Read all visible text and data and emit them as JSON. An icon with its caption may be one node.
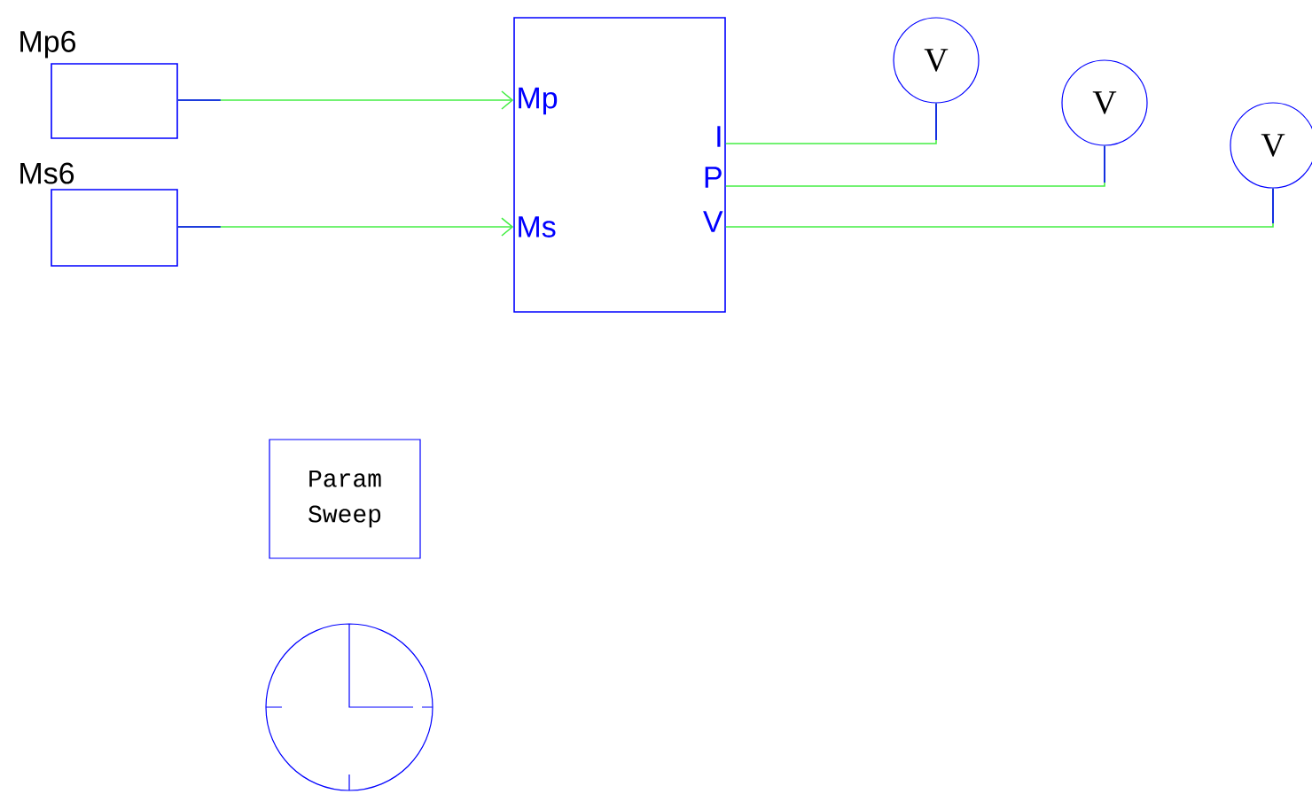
{
  "diagram": {
    "nodes": [
      {
        "text": [],
        "shape": "box",
        "beside": [
          "Mp6"
        ]
      },
      {
        "text": [],
        "shape": "box",
        "beside": [
          "Ms6"
        ]
      },
      {
        "text": [
          "Mp",
          "Ms",
          "I",
          "P",
          "V"
        ]
      },
      {
        "text": [
          "V"
        ]
      },
      {
        "text": [
          "V"
        ]
      },
      {
        "text": [
          "V"
        ]
      },
      {
        "text": [
          "Param Sweep"
        ]
      }
    ],
    "edges": [
      {
        "from": 0,
        "to": 2,
        "arrow": "to"
      },
      {
        "from": 1,
        "to": 2,
        "arrow": "to"
      },
      {
        "from": 2,
        "to": 3,
        "arrow": "none"
      },
      {
        "from": 2,
        "to": 4,
        "arrow": "none"
      },
      {
        "from": 2,
        "to": 5,
        "arrow": "none"
      }
    ]
  }
}
